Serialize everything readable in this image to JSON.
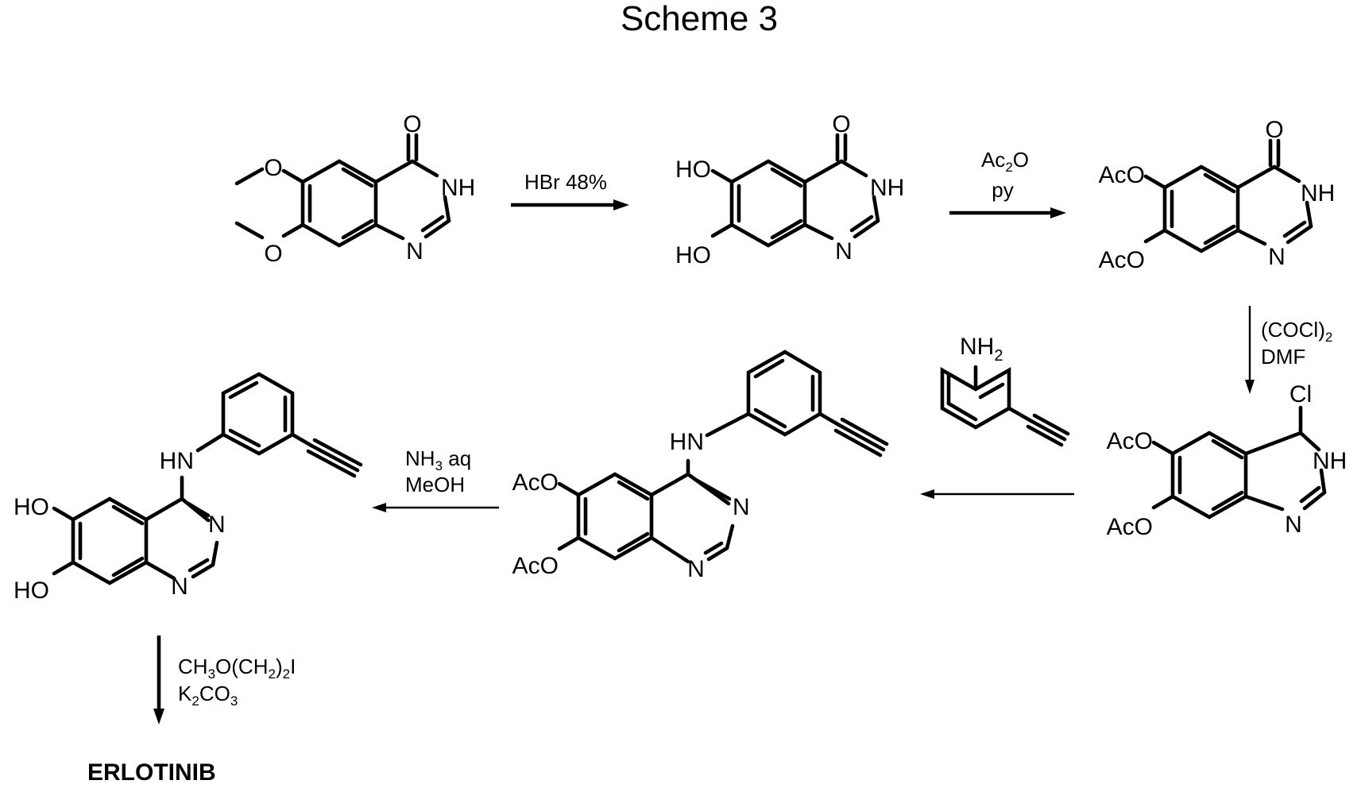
{
  "title": "Scheme 3",
  "compounds": {
    "c1": {
      "o_carbonyl": "O",
      "nh": "NH",
      "n": "N",
      "o_methoxy_top": "O",
      "o_methoxy_bottom": "O"
    },
    "c2": {
      "o_carbonyl": "O",
      "nh": "NH",
      "n": "N",
      "ho_top": "HO",
      "ho_bottom": "HO"
    },
    "c3": {
      "o_carbonyl": "O",
      "nh": "NH",
      "n": "N",
      "aco_top": "AcO",
      "aco_bottom": "AcO"
    },
    "c4": {
      "cl": "Cl",
      "nh": "NH",
      "n": "N",
      "aco_top": "AcO",
      "aco_bottom": "AcO"
    },
    "c5": {
      "hn": "HN",
      "n_top": "N",
      "n_bottom": "N",
      "aco_top": "AcO",
      "aco_bottom": "AcO"
    },
    "c6": {
      "hn": "HN",
      "n_top": "N",
      "n_bottom": "N",
      "ho_top": "HO",
      "ho_bottom": "HO"
    },
    "reagent_aniline": {
      "nh2": "NH",
      "nh2_sub": "2"
    }
  },
  "conditions": {
    "step1": {
      "line1": "HBr 48%"
    },
    "step2": {
      "line1_a": "Ac",
      "line1_sub": "2",
      "line1_b": "O",
      "line2": "py"
    },
    "step3": {
      "line1_a": "(COCl)",
      "line1_sub": "2",
      "line2": "DMF"
    },
    "step5": {
      "line1_a": "NH",
      "line1_sub": "3",
      "line1_b": " aq",
      "line2": "MeOH"
    },
    "step6": {
      "line1_a": "CH",
      "line1_sub1": "3",
      "line1_b": "O(CH",
      "line1_sub2": "2",
      "line1_c": ")",
      "line1_sub3": "2",
      "line1_d": "I",
      "line2_a": "K",
      "line2_sub1": "2",
      "line2_b": "CO",
      "line2_sub2": "3"
    }
  },
  "product": "ERLOTINIB"
}
